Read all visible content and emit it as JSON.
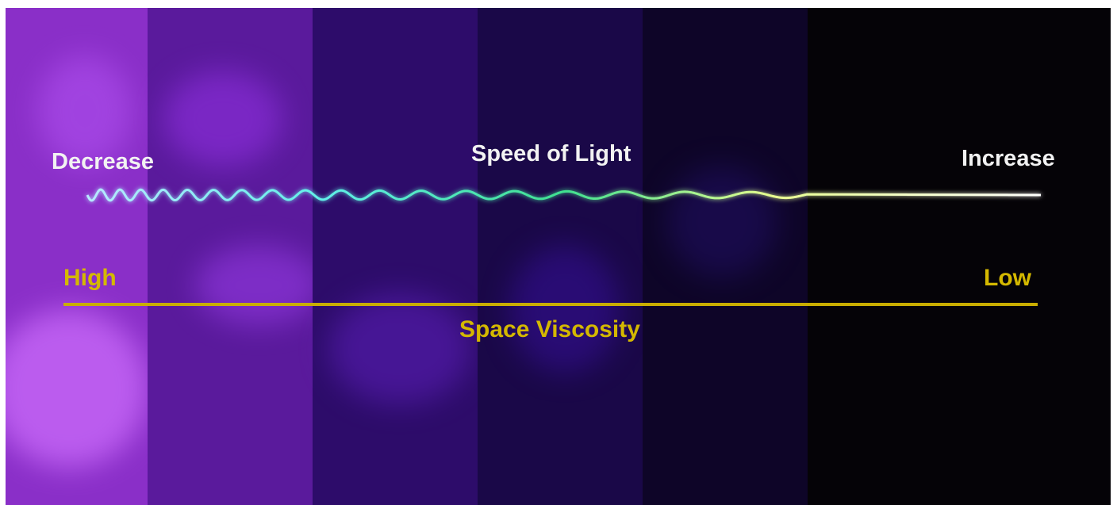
{
  "speed_label": "Speed of Light",
  "speed_low_label": "Decrease",
  "speed_high_label": "Increase",
  "viscosity_label": "Space Viscosity",
  "viscosity_high_label": "High",
  "viscosity_low_label": "Low",
  "colors": {
    "label_white": "#f2f2f2",
    "axis_gold": "#d4b800",
    "wave_start": "#a8f0ff",
    "wave_mid": "#40f0b0",
    "wave_end": "#ffffff"
  }
}
